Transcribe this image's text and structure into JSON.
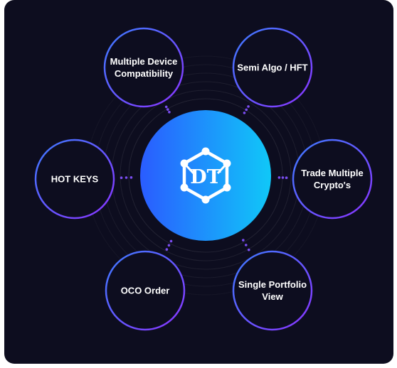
{
  "center": {
    "logo_text": "DT",
    "colors": {
      "start": "#2a5cff",
      "end": "#10c8f8"
    }
  },
  "nodes": [
    {
      "id": "multiple-device",
      "label": "Multiple Device Compatibility"
    },
    {
      "id": "semi-algo",
      "label": "Semi Algo / HFT"
    },
    {
      "id": "hot-keys",
      "label": "HOT KEYS"
    },
    {
      "id": "trade-multiple",
      "label": "Trade Multiple Crypto's"
    },
    {
      "id": "oco-order",
      "label": "OCO Order"
    },
    {
      "id": "single-portfolio",
      "label": "Single Portfolio View"
    }
  ],
  "colors": {
    "background": "#0d0d1f",
    "ring_blue": "#3d7bff",
    "ring_purple": "#8a34ff",
    "connector_dots": "#7a4df0"
  }
}
